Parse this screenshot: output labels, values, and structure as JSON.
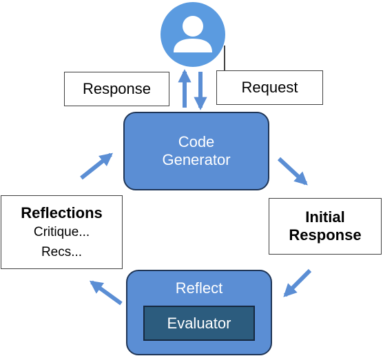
{
  "user": {
    "icon": "user-icon"
  },
  "response_box": {
    "label": "Response"
  },
  "request_box": {
    "label": "Request"
  },
  "code_generator": {
    "line1": "Code",
    "line2": "Generator"
  },
  "initial_response": {
    "line1": "Initial",
    "line2": "Response"
  },
  "reflect": {
    "title": "Reflect",
    "evaluator": "Evaluator"
  },
  "reflections": {
    "title": "Reflections",
    "line1": "Critique...",
    "line2": "Recs..."
  },
  "colors": {
    "accent_blue": "#5b8ed4",
    "dark_navy": "#1f3556",
    "evaluator_fill": "#2c5c7e",
    "arrow_blue": "#5b8ed4"
  }
}
